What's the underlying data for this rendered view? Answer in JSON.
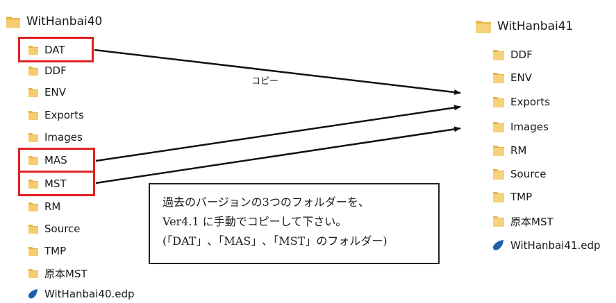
{
  "left_tree": {
    "root": "WitHanbai40",
    "folders": [
      "DAT",
      "DDF",
      "ENV",
      "Exports",
      "Images",
      "MAS",
      "MST",
      "RM",
      "Source",
      "TMP",
      "原本MST"
    ],
    "file": "WitHanbai40.edp"
  },
  "right_tree": {
    "root": "WitHanbai41",
    "folders": [
      "DDF",
      "ENV",
      "Exports",
      "Images",
      "RM",
      "Source",
      "TMP",
      "原本MST"
    ],
    "file": "WitHanbai41.edp"
  },
  "copy_label": "コピー",
  "note": {
    "line1": "過去のバージョンの3つのフォルダーを、",
    "line2": "Ver4.1 に手動でコピーして下さい。",
    "line3": "(「DAT」､「MAS」､「MST」のフォルダー)"
  },
  "highlighted_folders": [
    "DAT",
    "MAS",
    "MST"
  ],
  "colors": {
    "highlight": "#e02020",
    "folder": "#f2c45a",
    "edp_icon": "#1f5fb0"
  }
}
